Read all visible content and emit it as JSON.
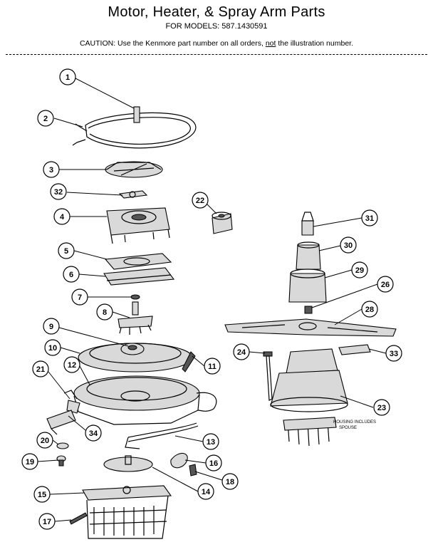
{
  "header": {
    "title": "Motor, Heater, & Spray Arm Parts",
    "subtitle": "FOR MODELS: 587.1430591",
    "caution_prefix": "CAUTION:  Use the Kenmore part number on all orders,",
    "caution_not": "not",
    "caution_suffix": "the illustration number."
  },
  "note": {
    "line1": "HOUSING INCLUDES",
    "line2": "SPOUSE"
  },
  "callouts": [
    "1",
    "2",
    "3",
    "32",
    "4",
    "5",
    "6",
    "7",
    "8",
    "9",
    "10",
    "11",
    "12",
    "21",
    "34",
    "20",
    "19",
    "13",
    "16",
    "18",
    "14",
    "15",
    "17",
    "22",
    "31",
    "30",
    "29",
    "26",
    "28",
    "24",
    "33",
    "23"
  ]
}
